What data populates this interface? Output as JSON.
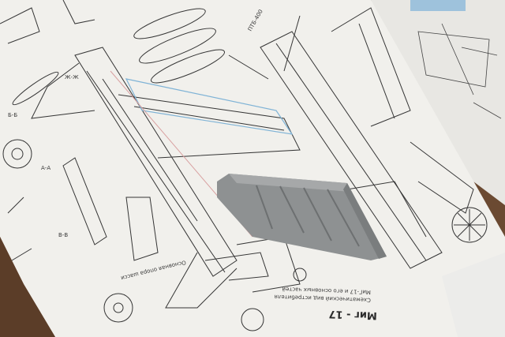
{
  "drawing": {
    "title": "Миг - 17",
    "view_labels": [
      "ПТБ-400",
      "Основная опора шасси"
    ],
    "side_marks": [
      "Б-Б",
      "А-А",
      "Ж-Ж",
      "В-В"
    ],
    "caption_lines": [
      "Схематический вид истребителя",
      "МиГ-17 и его основных частей"
    ]
  },
  "colors": {
    "table": "#6b4a32",
    "paper": "#f1f0ec",
    "ink": "#353535",
    "plastic_part": "#8e9192",
    "blue_outline": "#7fb3d6",
    "red_outline": "#d8a0a0"
  }
}
